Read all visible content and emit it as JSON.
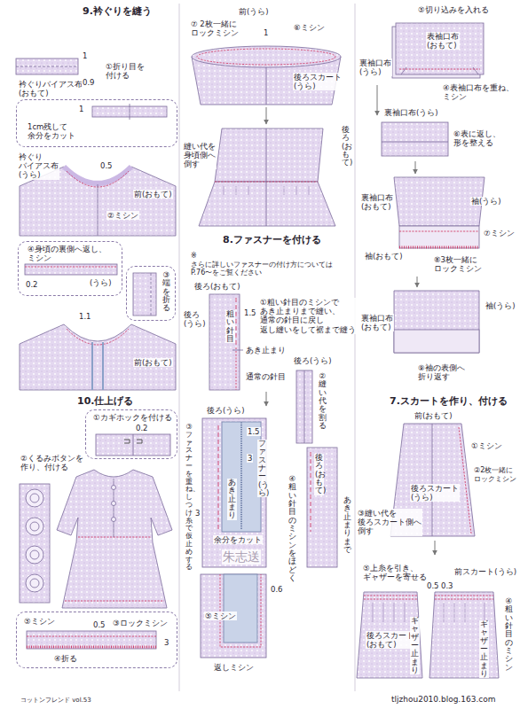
{
  "diagram": {
    "nodes": [
      {
        "text": [
          "1",
          "1cm残して 余分をカット"
        ]
      },
      {
        "text": [
          "④身頃の裏側へ返し、 ミシン",
          "0.2",
          "(うら)"
        ]
      },
      {
        "text": [
          "③端を折る"
        ]
      },
      {
        "text": [
          "①カギホックを付ける",
          "0.2"
        ]
      },
      {
        "text": [
          "⑤ミシン",
          "0.5",
          "③ロックミシン",
          "3",
          "④折る"
        ]
      }
    ],
    "labels": [
      "9.衿ぐりを縫う",
      "衿ぐりバイアス布 (おもて)",
      "0.9",
      "1",
      "①折り目を 付ける",
      "衿ぐり バイアス布 (うら)",
      "0.5",
      "前(おもて)",
      "②ミシン",
      "1.1",
      "前(おもて)",
      "10.仕上げる",
      "②くるみボタンを 作り、付ける",
      "⑦ 2枚一緒に ロックミシン",
      "前(うら)",
      "1",
      "⑥ミシン",
      "後ろスカート (うら)",
      "後ろ(おもて)",
      "縫い代を 身頃側へ 倒す",
      "8.ファスナーを付ける",
      "※さらに詳しいファスナーの付け方については P.76〜をご覧ください",
      "後ろ(おもて)",
      "後ろ (うら)",
      "粗い針目",
      "1.5",
      "①粗い針目のミシンで あき止まりまで縫い、 通常の針目に戻し 返し縫いをして裾まで縫う",
      "あき止まり",
      "通常の針目",
      "後ろ(うら)",
      "②縫い代を割る",
      "後ろ(うら)",
      "1.5",
      "3",
      "③ファスナーを重ね、 しつけ糸で仮止めする",
      "ファスナー(うら)",
      "3",
      "あき止まり",
      "余分をカット",
      "後ろ(おもて)",
      "④粗い針目のミシンをほどく",
      "あき止まりまで",
      "0.6",
      "⑤ミシン",
      "返しミシン",
      "朱志送",
      "⑤切り込みを入れる",
      "表袖口布 (おもて)",
      "裏袖口布 (うら)",
      "④表袖口布を重ね、 ミシン",
      "裏袖口布(うら)",
      "⑥表に返し、 形を整える",
      "裏袖口布 (おもて)",
      "袖(うら)",
      "⑦ミシン",
      "袖(おもて)",
      "⑧3枚一緒に ロックミシン",
      "裏袖口布 (おもて)",
      "袖(うら)",
      "⑨袖の表側へ 折り返す",
      "7.スカートを作り、付ける",
      "前(おもて)",
      "①ミシン",
      "②2枚一緒に ロックミシン",
      "後ろスカート (うら)",
      "③縫い代を 後ろスカート側へ 倒す",
      "⑤上糸を引き、 ギャザーを寄せる",
      "前スカート(うら)",
      "0.5",
      "0.3",
      "④粗い針目のミシン",
      "後ろスカート (おもて)",
      "ギャザー止まり",
      "ギャザー止まり",
      "コットンフレンド vol.53",
      "tljzhou2010.blog.163.com"
    ]
  }
}
